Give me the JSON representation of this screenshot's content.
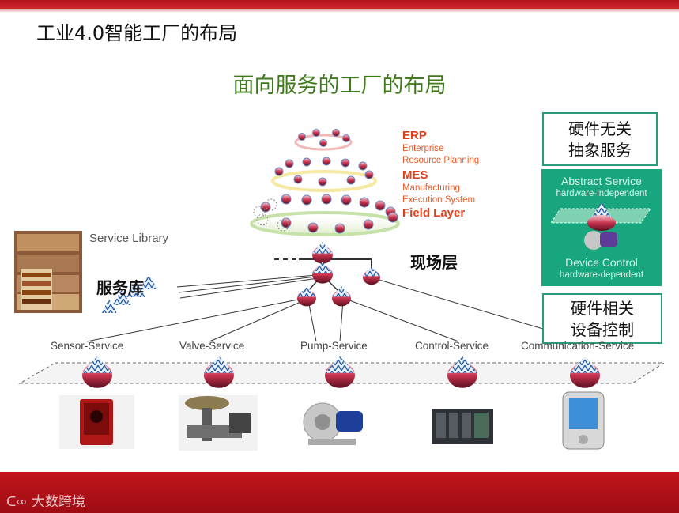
{
  "title": "工业4.0智能工厂的布局",
  "subtitle": "面向服务的工厂的布局",
  "pyramid_layers": [
    {
      "name": "ERP",
      "description": "Enterprise\nResource Planning"
    },
    {
      "name": "MES",
      "description": "Manufacturing\nExecution System"
    },
    {
      "name": "Field Layer",
      "description": ""
    }
  ],
  "service_library": {
    "label": "Service Library",
    "cn_label": "服务库"
  },
  "field_layer_cn": "现场层",
  "hardware_independent_box": [
    "硬件无关",
    "抽象服务"
  ],
  "hardware_dependent_box": [
    "硬件相关",
    "设备控制"
  ],
  "panel": {
    "abstract_service": "Abstract Service",
    "hardware_independent": "hardware-independent",
    "device_control": "Device Control",
    "hardware_dependent": "hardware-dependent"
  },
  "services": [
    "Sensor-Service",
    "Valve-Service",
    "Pump-Service",
    "Control-Service",
    "Communication-Service"
  ],
  "devices": [
    "sensor-icon",
    "valve-icon",
    "pump-icon",
    "controller-icon",
    "pda-icon"
  ],
  "footer_logo": "大数跨境",
  "colors": {
    "brand_red": "#c1151c",
    "title_green": "#3f7a1c",
    "layer_orange": "#e2401c",
    "panel_green": "#17a67d",
    "box_border": "#2e9a7c"
  }
}
